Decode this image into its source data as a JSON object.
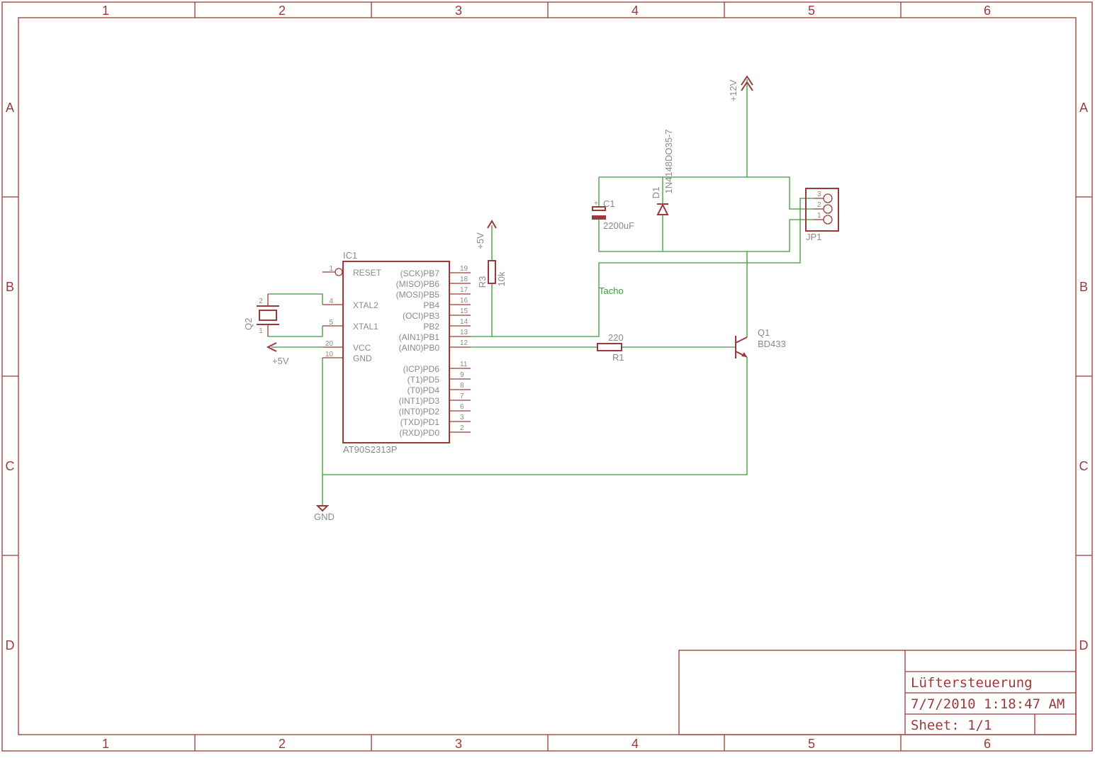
{
  "frame": {
    "columns": [
      "1",
      "2",
      "3",
      "4",
      "5",
      "6"
    ],
    "rows": [
      "A",
      "B",
      "C",
      "D"
    ]
  },
  "title_block": {
    "title": "Lüftersteuerung",
    "date": "7/7/2010 1:18:47 AM",
    "sheet": "Sheet: 1/1"
  },
  "ic1": {
    "name": "IC1",
    "value": "AT90S2313P",
    "left_pins": [
      {
        "num": "1",
        "label": "RESET"
      },
      {
        "num": "4",
        "label": "XTAL2"
      },
      {
        "num": "5",
        "label": "XTAL1"
      },
      {
        "num": "20",
        "label": "VCC"
      },
      {
        "num": "10",
        "label": "GND"
      }
    ],
    "right_pins": [
      {
        "num": "19",
        "label": "(SCK)PB7"
      },
      {
        "num": "18",
        "label": "(MISO)PB6"
      },
      {
        "num": "17",
        "label": "(MOSI)PB5"
      },
      {
        "num": "16",
        "label": "PB4"
      },
      {
        "num": "15",
        "label": "(OCI)PB3"
      },
      {
        "num": "14",
        "label": "PB2"
      },
      {
        "num": "13",
        "label": "(AIN1)PB1"
      },
      {
        "num": "12",
        "label": "(AIN0)PB0"
      },
      {
        "num": "11",
        "label": "(ICP)PD6"
      },
      {
        "num": "9",
        "label": "(T1)PD5"
      },
      {
        "num": "8",
        "label": "(T0)PD4"
      },
      {
        "num": "7",
        "label": "(INT1)PD3"
      },
      {
        "num": "6",
        "label": "(INT0)PD2"
      },
      {
        "num": "3",
        "label": "(TXD)PD1"
      },
      {
        "num": "2",
        "label": "(RXD)PD0"
      }
    ]
  },
  "q2": {
    "name": "Q2",
    "pin_top": "2",
    "pin_bottom": "1"
  },
  "r3": {
    "name": "R3",
    "value": "10k"
  },
  "r1": {
    "name": "R1",
    "value": "220"
  },
  "q1": {
    "name": "Q1",
    "value": "BD433"
  },
  "c1": {
    "name": "C1",
    "value": "2200uF",
    "polarity": "+"
  },
  "d1": {
    "name": "D1",
    "value": "1N4148DO35-7"
  },
  "jp1": {
    "name": "JP1",
    "pins": [
      "3",
      "2",
      "1"
    ]
  },
  "supply": {
    "p5v_ic": "+5V",
    "p5v_r3": "+5V",
    "p12v": "+12V",
    "gnd": "GND"
  },
  "nets": {
    "tacho": "Tacho"
  }
}
